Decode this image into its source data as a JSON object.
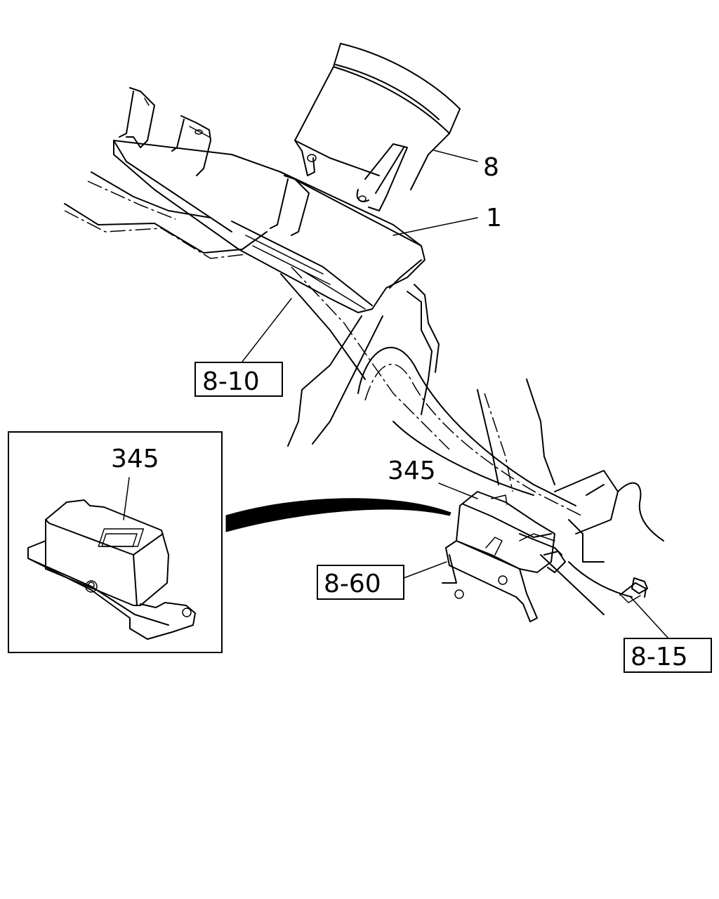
{
  "callouts": {
    "part_8": "8",
    "part_1": "1",
    "part_345_detail": "345",
    "part_345_main": "345"
  },
  "references": {
    "ref_8_10": "8-10",
    "ref_8_60": "8-60",
    "ref_8_15": "8-15"
  }
}
